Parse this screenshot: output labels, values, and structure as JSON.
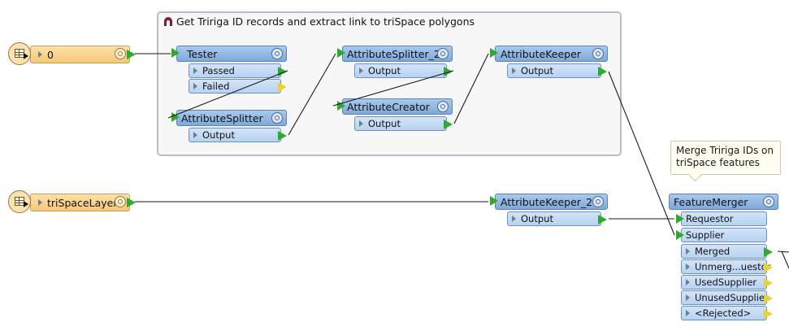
{
  "bookmark": {
    "title": "Get Tririga ID records and extract link to triSpace polygons",
    "icon": "bookmark-icon"
  },
  "readers": [
    {
      "id": "reader0",
      "label": "0"
    },
    {
      "id": "reader1",
      "label": "triSpaceLayer"
    }
  ],
  "transformers": {
    "tester": {
      "label": "Tester",
      "ports": [
        "Passed",
        "Failed"
      ]
    },
    "attribute_splitter": {
      "label": "AttributeSplitter",
      "ports": [
        "Output"
      ]
    },
    "attribute_splitter_2": {
      "label": "AttributeSplitter_2",
      "ports": [
        "Output"
      ]
    },
    "attribute_creator": {
      "label": "AttributeCreator",
      "ports": [
        "Output"
      ]
    },
    "attribute_keeper": {
      "label": "AttributeKeeper",
      "ports": [
        "Output"
      ]
    },
    "attribute_keeper_2": {
      "label": "AttributeKeeper_2",
      "ports": [
        "Output"
      ]
    },
    "feature_merger": {
      "label": "FeatureMerger",
      "inputs": [
        "Requestor",
        "Supplier"
      ],
      "outputs": [
        "Merged",
        "Unmerg...uestor",
        "UsedSupplier",
        "UnusedSupplier",
        "<Rejected>"
      ]
    }
  },
  "annotation": {
    "line1": "Merge Tririga IDs on",
    "line2": "triSpace features"
  },
  "colors": {
    "connection": "#1a1a1a",
    "port_arrow": "#2eaa2e",
    "unconnected_arrow": "#e6d436",
    "transformer": "#8fb6e3",
    "reader": "#f9d38d"
  }
}
